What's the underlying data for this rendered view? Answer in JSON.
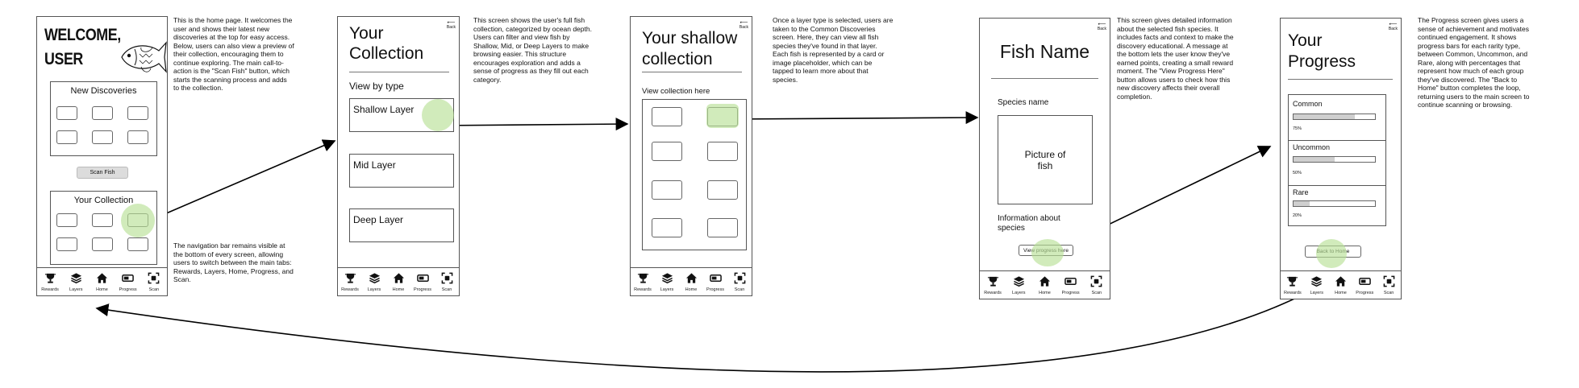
{
  "screens": {
    "home": {
      "title": "WELCOME,\nUSER",
      "new_discoveries": "New Discoveries",
      "scan_button": "Scan Fish",
      "your_collection": "Your Collection"
    },
    "collection": {
      "back": "Back",
      "title": "Your\nCollection",
      "view_by": "View by type",
      "layers": [
        "Shallow Layer",
        "Mid Layer",
        "Deep Layer"
      ]
    },
    "shallow": {
      "back": "Back",
      "title": "Your shallow\ncollection",
      "view_here": "View collection here"
    },
    "fish": {
      "back": "Back",
      "title": "Fish Name",
      "species_name": "Species name",
      "picture": "Picture of\nfish",
      "info": "Information about\nspecies",
      "view_progress": "View progress here"
    },
    "progress": {
      "back": "Back",
      "title": "Your\nProgress",
      "rarities": [
        {
          "label": "Common",
          "percent": 75,
          "percent_label": "75%"
        },
        {
          "label": "Uncommon",
          "percent": 50,
          "percent_label": "50%"
        },
        {
          "label": "Rare",
          "percent": 20,
          "percent_label": "20%"
        }
      ],
      "back_home": "Back to Home"
    }
  },
  "nav": [
    "Rewards",
    "Layers",
    "Home",
    "Progress",
    "Scan"
  ],
  "nav_icons": [
    "trophy-icon",
    "layers-icon",
    "home-icon",
    "progress-icon",
    "scan-icon"
  ],
  "descriptions": {
    "home": "This is the home page. It welcomes the user and shows their latest new discoveries at the top for easy access. Below, users can also view a preview of their collection, encouraging them to continue exploring. The main call-to-action is the \"Scan Fish\" button, which starts the scanning process and adds to the collection.",
    "nav": "The navigation bar remains visible at the bottom of every screen, allowing users to switch between the main tabs: Rewards, Layers, Home, Progress, and Scan.",
    "collection": "This screen shows the user's full fish collection, categorized by ocean depth. Users can filter and view fish by Shallow, Mid, or Deep Layers to make browsing easier. This structure encourages exploration and adds a sense of progress as they fill out each category.",
    "shallow": "Once a layer type is selected, users are taken to the Common Discoveries screen. Here, they can view all fish species they've found in that layer. Each fish is represented by a card or image placeholder, which can be tapped to learn more about that species.",
    "fish": "This screen gives detailed information about the selected fish species. It includes facts and context to make the discovery educational. A message at the bottom lets the user know they've earned points, creating a small reward moment. The \"View Progress Here\" button allows users to check how this new discovery affects their overall completion.",
    "progress": "The Progress screen gives users a sense of achievement and motivates continued engagement. It shows progress bars for each rarity type, between Common, Uncommon, and Rare, along with percentages that represent how much of each group they've discovered. The \"Back to Home\" button completes the loop, returning users to the main screen to continue scanning or browsing."
  },
  "colors": {
    "highlight": "#b9e196",
    "frame": "#555555",
    "bar_fill": "#cfcfcf"
  }
}
